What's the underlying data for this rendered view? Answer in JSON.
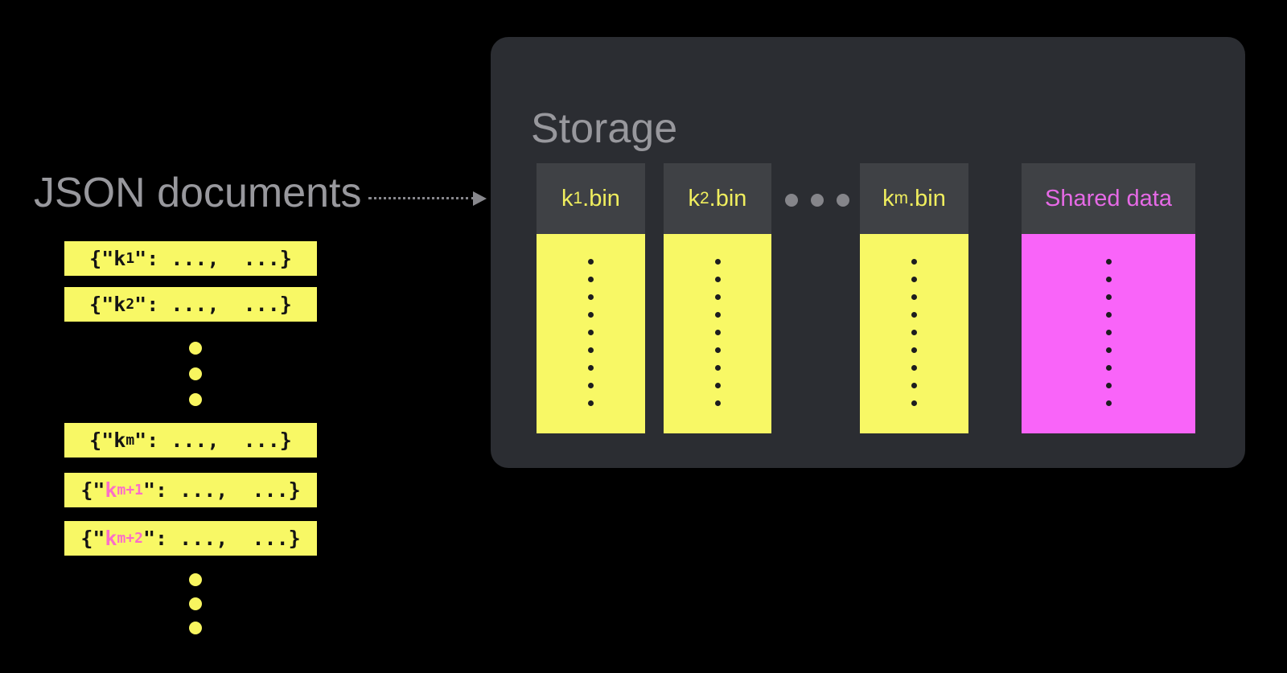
{
  "colors": {
    "background": "#000000",
    "panel": "#2b2d32",
    "panel_header": "#3f4145",
    "yellow": "#f8f865",
    "magenta": "#f964f9",
    "yellow_header_text": "#f0ee5e",
    "magenta_header_text": "#e66ae6",
    "pink_key_text": "#fb6ec8",
    "gray_title_text": "#98989d",
    "gray_arrow": "#88888d",
    "dark_dot": "#1d1d1f",
    "row_text": "#141414"
  },
  "left": {
    "title": "JSON documents",
    "row_prefix": "{\"",
    "row_suffix": "\": ...,  ...}",
    "rows": [
      {
        "type": "doc",
        "key": "k",
        "sub": "1",
        "highlight": false
      },
      {
        "type": "doc",
        "key": "k",
        "sub": "2",
        "highlight": false
      },
      {
        "type": "ellipsis"
      },
      {
        "type": "doc",
        "key": "k",
        "sub": "m",
        "highlight": false
      },
      {
        "type": "doc",
        "key": "k",
        "sub": "m+1",
        "highlight": true
      },
      {
        "type": "doc",
        "key": "k",
        "sub": "m+2",
        "highlight": true
      },
      {
        "type": "ellipsis"
      }
    ]
  },
  "storage": {
    "title": "Storage",
    "dots_per_column": 9,
    "columns": [
      {
        "type": "bin",
        "key": "k",
        "sub": "1",
        "suffix": ".bin"
      },
      {
        "type": "bin",
        "key": "k",
        "sub": "2",
        "suffix": ".bin"
      },
      {
        "type": "ellipsis"
      },
      {
        "type": "bin",
        "key": "k",
        "sub": "m",
        "suffix": ".bin"
      },
      {
        "type": "shared",
        "label": "Shared data"
      }
    ]
  }
}
